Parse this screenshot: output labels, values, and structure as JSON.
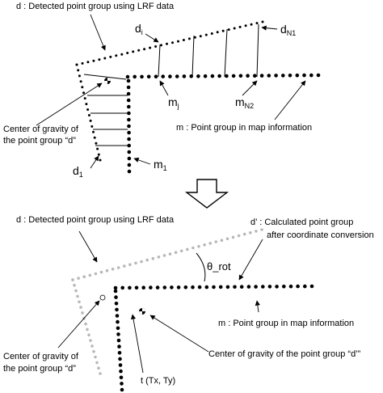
{
  "upper_panel": {
    "label_d_detected": "d : Detected point group using LRF data",
    "label_di": "d",
    "label_di_sub": "i",
    "label_dN1": "d",
    "label_dN1_sub": "N1",
    "label_mj": "m",
    "label_mj_sub": "j",
    "label_mN2": "m",
    "label_mN2_sub": "N2",
    "label_m_map": "m : Point group in map information",
    "label_cog_line1": "Center of gravity of",
    "label_cog_line2": "the point group “d”",
    "label_d1": "d",
    "label_d1_sub": "1",
    "label_m1": "m",
    "label_m1_sub": "1"
  },
  "lower_panel": {
    "label_d_detected": "d : Detected point group using LRF data",
    "label_dprime_line1": "d’ : Calculated point group",
    "label_dprime_line2": "after coordinate conversion",
    "label_theta": "θ_rot",
    "label_m_map": "m : Point group in map information",
    "label_cog_dprime": "Center of gravity of the point group “d’”",
    "label_cog_d_line1": "Center of gravity of",
    "label_cog_d_line2": "the point group “d”",
    "label_t": "t (Tx, Ty)"
  },
  "colors": {
    "points": "#000000",
    "detected_after": "#b8b8b8"
  }
}
